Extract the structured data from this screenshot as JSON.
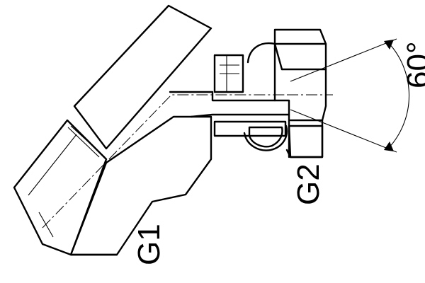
{
  "labels": {
    "port_1": "G1",
    "port_2": "G2",
    "angle": "60°"
  },
  "colors": {
    "line": "#000000",
    "background": "#ffffff"
  }
}
